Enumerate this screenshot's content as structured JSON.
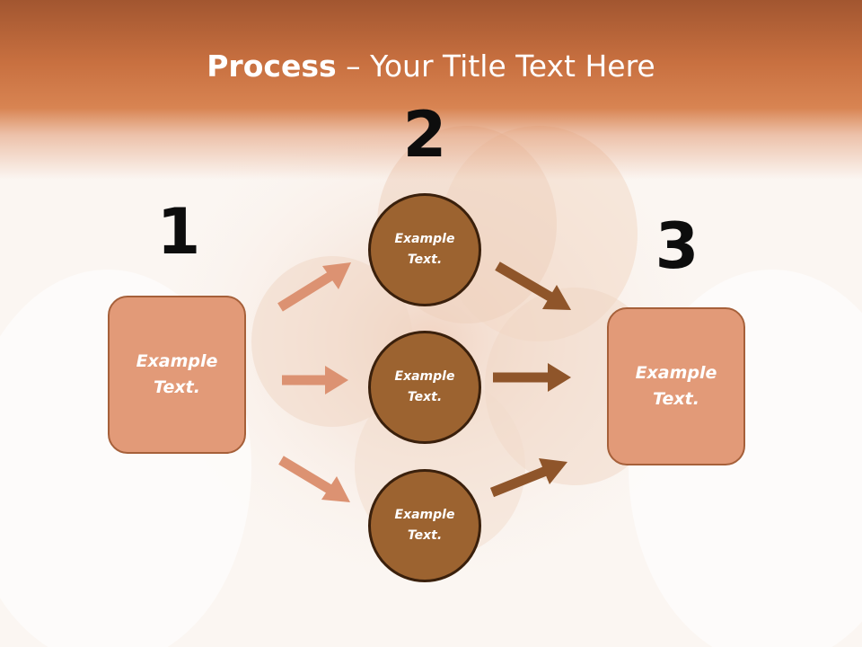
{
  "title": {
    "bold": "Process",
    "rest": " – Your Title Text Here"
  },
  "steps": [
    {
      "number": "1",
      "label": "Example\nText."
    },
    {
      "number": "2",
      "label": "Example\nText."
    },
    {
      "number": "3",
      "label": "Example\nText."
    }
  ],
  "circles": [
    {
      "label": "Example\nText."
    },
    {
      "label": "Example\nText."
    },
    {
      "label": "Example\nText."
    }
  ],
  "colors": {
    "header": "#c87040",
    "box_fill": "#e29a78",
    "box_border": "#a6603a",
    "circle_fill": "#9c6330",
    "circle_border": "#3a200c",
    "arrow_light": "#dc9272",
    "arrow_dark": "#8f552a"
  }
}
